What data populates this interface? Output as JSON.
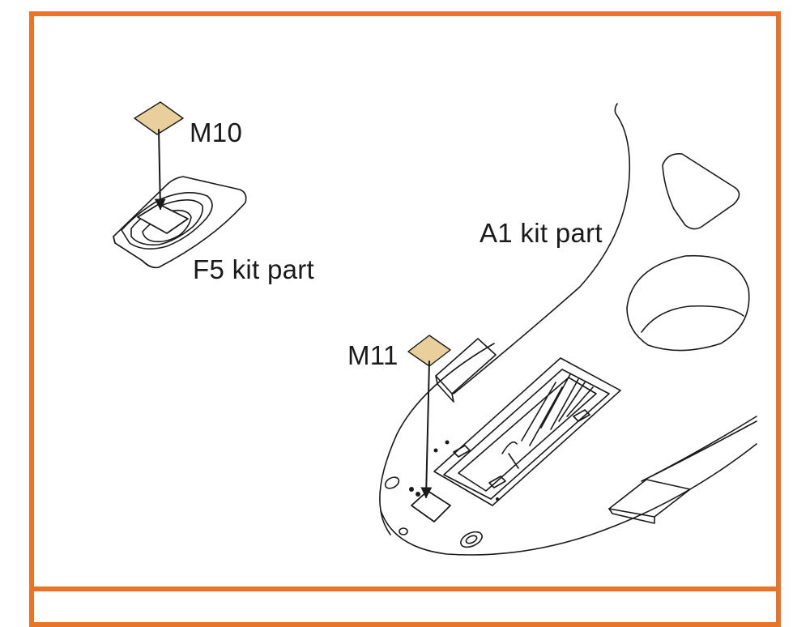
{
  "colors": {
    "frame": "#e8742a",
    "photoetch_part": "#e8cf9c",
    "line": "#1a1a1a"
  },
  "labels": {
    "m10": "M10",
    "f5_part": "F5 kit part",
    "a1_part": "A1 kit part",
    "m11": "M11"
  }
}
